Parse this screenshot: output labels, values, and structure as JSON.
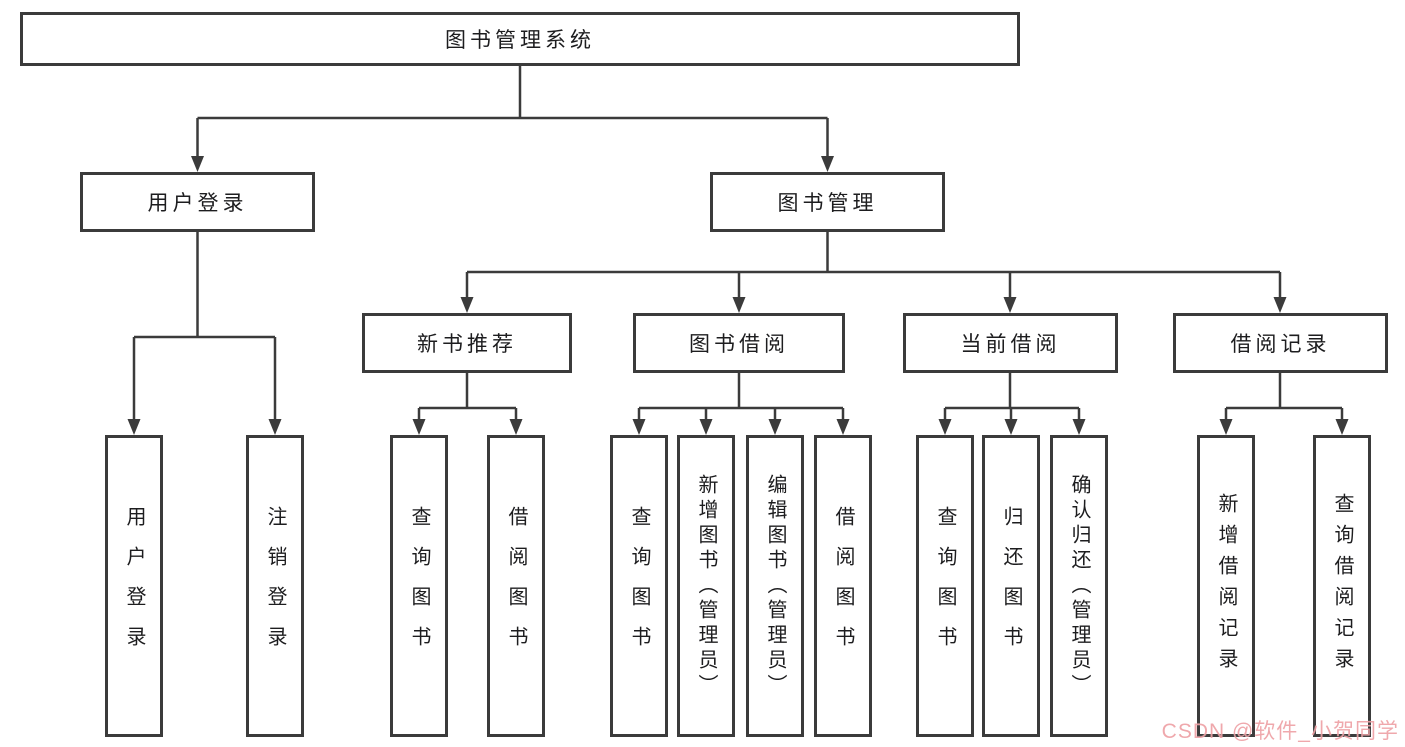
{
  "tree": {
    "root": "图书管理系统",
    "branches": [
      {
        "label": "用户登录",
        "children": [
          "用户登录",
          "注销登录"
        ]
      },
      {
        "label": "图书管理",
        "children": [
          {
            "label": "新书推荐",
            "children": [
              "查询图书",
              "借阅图书"
            ]
          },
          {
            "label": "图书借阅",
            "children": [
              "查询图书",
              "新增图书（管理员）",
              "编辑图书（管理员）",
              "借阅图书"
            ]
          },
          {
            "label": "当前借阅",
            "children": [
              "查询图书",
              "归还图书",
              "确认归还（管理员）"
            ]
          },
          {
            "label": "借阅记录",
            "children": [
              "新增借阅记录",
              "查询借阅记录"
            ]
          }
        ]
      }
    ]
  },
  "watermark": {
    "text": "CSDN @软件_小贺同学",
    "color": "#ee9fa4"
  },
  "colors": {
    "line": "#3b3b3b",
    "box_border": "#3b3b3b",
    "text": "#1d1d1f",
    "background": "#ffffff"
  }
}
